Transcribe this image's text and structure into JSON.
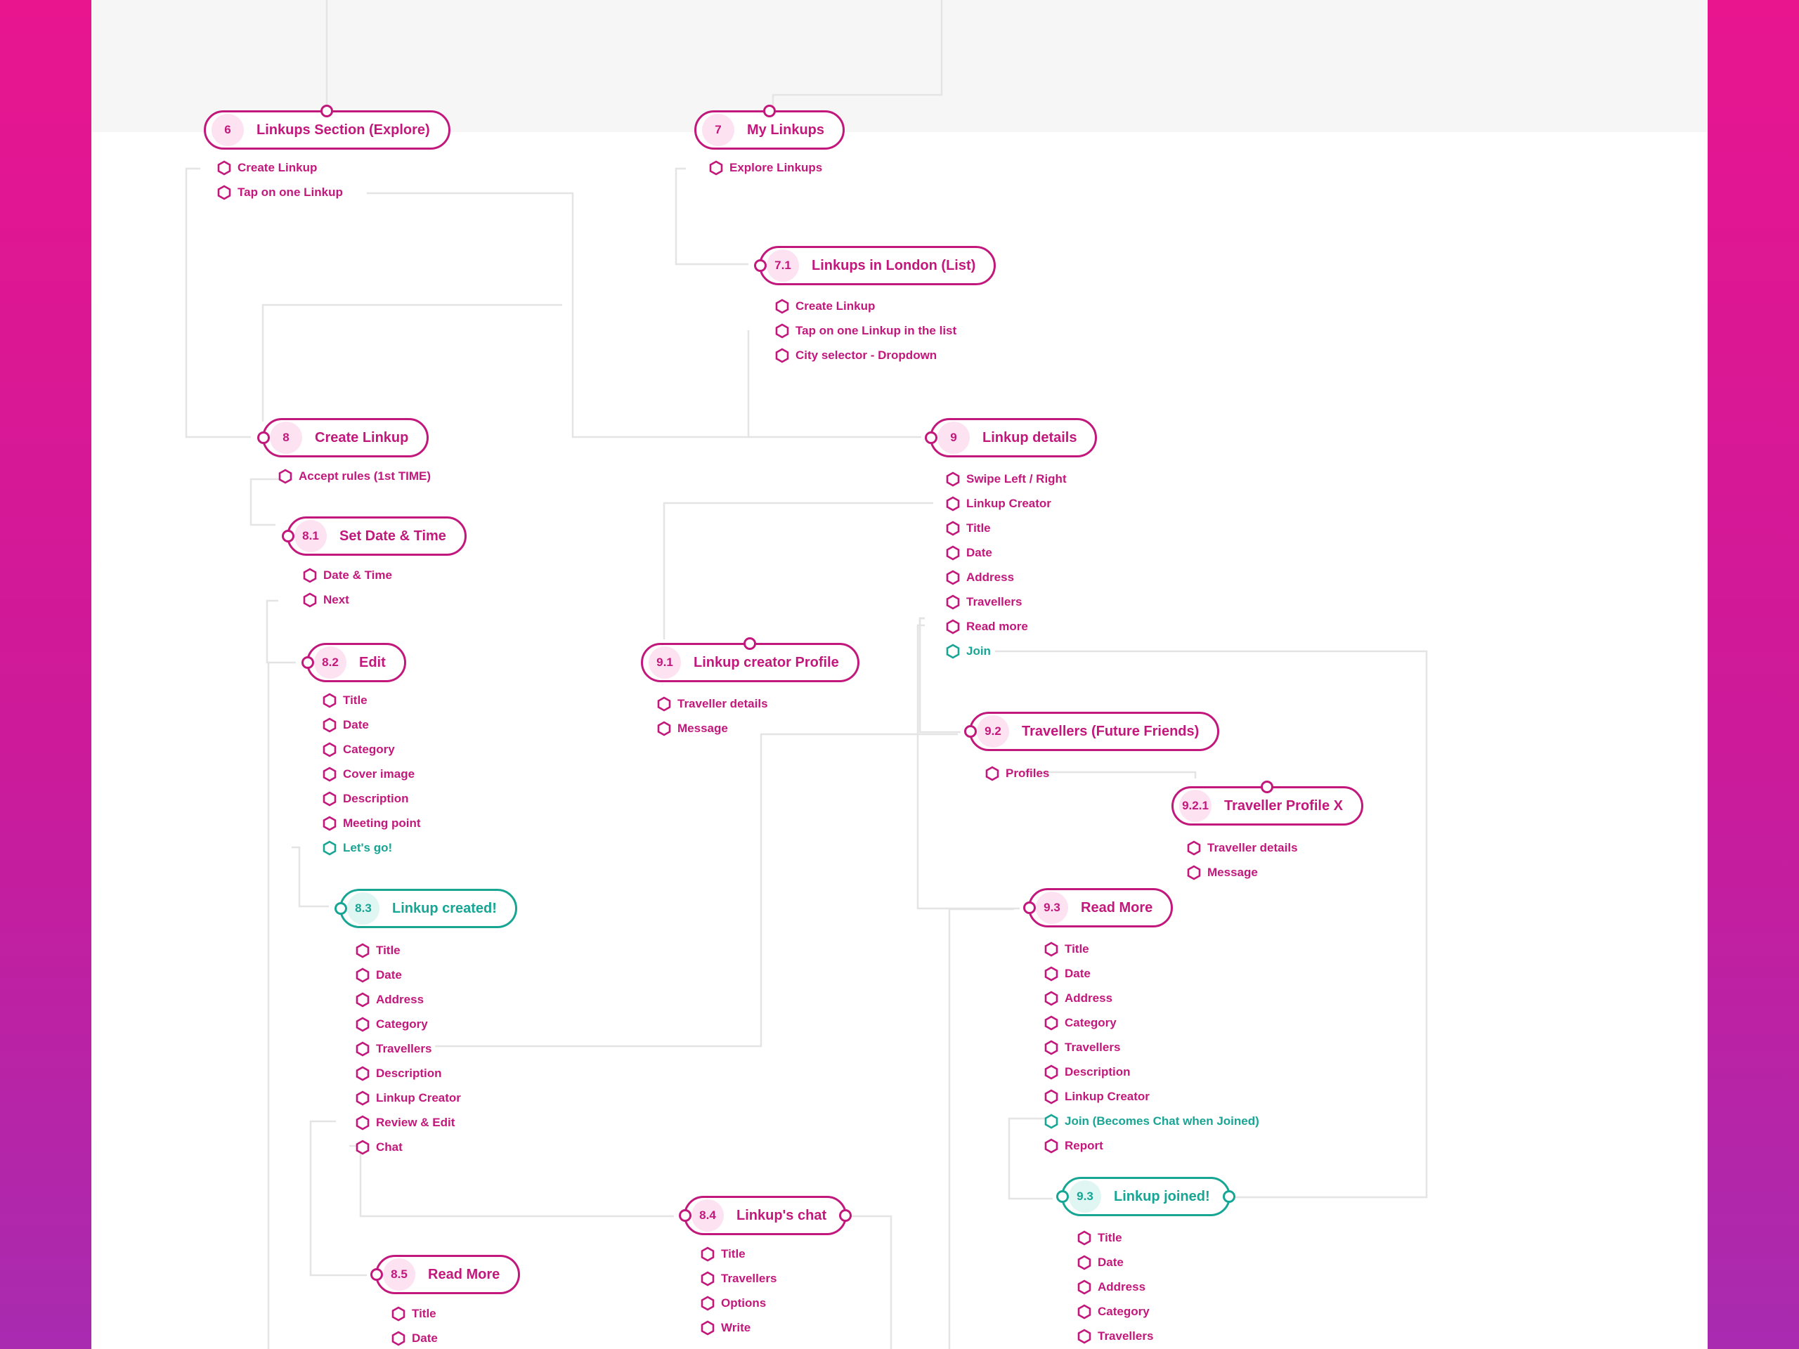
{
  "diagram": {
    "nodes": [
      {
        "id": "6",
        "num": "6",
        "title": "Linkups Section (Explore)",
        "style": "pink",
        "items": [
          {
            "label": "Create Linkup",
            "style": "pink"
          },
          {
            "label": "Tap on one Linkup",
            "style": "pink"
          }
        ]
      },
      {
        "id": "7",
        "num": "7",
        "title": "My Linkups",
        "style": "pink",
        "items": [
          {
            "label": "Explore Linkups",
            "style": "pink"
          }
        ]
      },
      {
        "id": "7-1",
        "num": "7.1",
        "title": "Linkups in London (List)",
        "style": "pink",
        "items": [
          {
            "label": "Create Linkup",
            "style": "pink"
          },
          {
            "label": "Tap on one Linkup in the list",
            "style": "pink"
          },
          {
            "label": "City selector - Dropdown",
            "style": "pink"
          }
        ]
      },
      {
        "id": "8",
        "num": "8",
        "title": "Create Linkup",
        "style": "pink",
        "items": [
          {
            "label": "Accept rules (1st TIME)",
            "style": "pink"
          }
        ]
      },
      {
        "id": "9",
        "num": "9",
        "title": "Linkup details",
        "style": "pink",
        "items": [
          {
            "label": "Swipe Left / Right",
            "style": "pink"
          },
          {
            "label": "Linkup Creator",
            "style": "pink"
          },
          {
            "label": "Title",
            "style": "pink"
          },
          {
            "label": "Date",
            "style": "pink"
          },
          {
            "label": "Address",
            "style": "pink"
          },
          {
            "label": "Travellers",
            "style": "pink"
          },
          {
            "label": "Read more",
            "style": "pink"
          },
          {
            "label": "Join",
            "style": "green"
          }
        ]
      },
      {
        "id": "8-1",
        "num": "8.1",
        "title": "Set Date & Time",
        "style": "pink",
        "items": [
          {
            "label": "Date & Time",
            "style": "pink"
          },
          {
            "label": "Next",
            "style": "pink"
          }
        ]
      },
      {
        "id": "8-2",
        "num": "8.2",
        "title": "Edit",
        "style": "pink",
        "items": [
          {
            "label": "Title",
            "style": "pink"
          },
          {
            "label": "Date",
            "style": "pink"
          },
          {
            "label": "Category",
            "style": "pink"
          },
          {
            "label": "Cover image",
            "style": "pink"
          },
          {
            "label": "Description",
            "style": "pink"
          },
          {
            "label": "Meeting point",
            "style": "pink"
          },
          {
            "label": "Let's go!",
            "style": "green"
          }
        ]
      },
      {
        "id": "9-1",
        "num": "9.1",
        "title": "Linkup creator Profile",
        "style": "pink",
        "items": [
          {
            "label": "Traveller details",
            "style": "pink"
          },
          {
            "label": "Message",
            "style": "pink"
          }
        ]
      },
      {
        "id": "9-2",
        "num": "9.2",
        "title": "Travellers (Future Friends)",
        "style": "pink",
        "items": [
          {
            "label": "Profiles",
            "style": "pink"
          }
        ]
      },
      {
        "id": "9-2-1",
        "num": "9.2.1",
        "title": "Traveller Profile X",
        "style": "pink",
        "items": [
          {
            "label": "Traveller details",
            "style": "pink"
          },
          {
            "label": "Message",
            "style": "pink"
          }
        ]
      },
      {
        "id": "8-3",
        "num": "8.3",
        "title": "Linkup created!",
        "style": "green",
        "items": [
          {
            "label": "Title",
            "style": "pink"
          },
          {
            "label": "Date",
            "style": "pink"
          },
          {
            "label": "Address",
            "style": "pink"
          },
          {
            "label": "Category",
            "style": "pink"
          },
          {
            "label": "Travellers",
            "style": "pink"
          },
          {
            "label": "Description",
            "style": "pink"
          },
          {
            "label": "Linkup Creator",
            "style": "pink"
          },
          {
            "label": "Review & Edit",
            "style": "pink"
          },
          {
            "label": "Chat",
            "style": "pink"
          }
        ]
      },
      {
        "id": "9-3",
        "num": "9.3",
        "title": "Read More",
        "style": "pink",
        "items": [
          {
            "label": "Title",
            "style": "pink"
          },
          {
            "label": "Date",
            "style": "pink"
          },
          {
            "label": "Address",
            "style": "pink"
          },
          {
            "label": "Category",
            "style": "pink"
          },
          {
            "label": "Travellers",
            "style": "pink"
          },
          {
            "label": "Description",
            "style": "pink"
          },
          {
            "label": "Linkup Creator",
            "style": "pink"
          },
          {
            "label": "Join (Becomes Chat when Joined)",
            "style": "green"
          },
          {
            "label": "Report",
            "style": "pink"
          }
        ]
      },
      {
        "id": "8-4",
        "num": "8.4",
        "title": "Linkup's chat",
        "style": "pink",
        "items": [
          {
            "label": "Title",
            "style": "pink"
          },
          {
            "label": "Travellers",
            "style": "pink"
          },
          {
            "label": "Options",
            "style": "pink"
          },
          {
            "label": "Write",
            "style": "pink"
          }
        ]
      },
      {
        "id": "8-5",
        "num": "8.5",
        "title": "Read More",
        "style": "pink",
        "items": [
          {
            "label": "Title",
            "style": "pink"
          },
          {
            "label": "Date",
            "style": "pink"
          }
        ]
      },
      {
        "id": "9-3b",
        "num": "9.3",
        "title": "Linkup joined!",
        "style": "green",
        "items": [
          {
            "label": "Title",
            "style": "pink"
          },
          {
            "label": "Date",
            "style": "pink"
          },
          {
            "label": "Address",
            "style": "pink"
          },
          {
            "label": "Category",
            "style": "pink"
          },
          {
            "label": "Travellers",
            "style": "pink"
          }
        ]
      }
    ]
  }
}
